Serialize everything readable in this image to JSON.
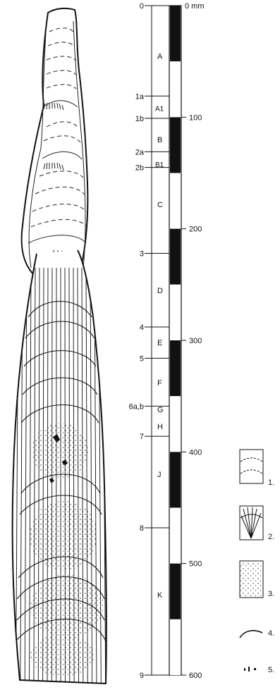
{
  "scale": {
    "unit_label": "0 mm",
    "ticks": [
      "100",
      "200",
      "300",
      "400",
      "500",
      "600"
    ]
  },
  "zones": [
    {
      "id": "A",
      "label": "A"
    },
    {
      "id": "A1",
      "label": "A1"
    },
    {
      "id": "B",
      "label": "B"
    },
    {
      "id": "B1",
      "label": "B1"
    },
    {
      "id": "C",
      "label": "C"
    },
    {
      "id": "D",
      "label": "D"
    },
    {
      "id": "E",
      "label": "E"
    },
    {
      "id": "F",
      "label": "F"
    },
    {
      "id": "G",
      "label": "G"
    },
    {
      "id": "H",
      "label": "H"
    },
    {
      "id": "J",
      "label": "J"
    },
    {
      "id": "K",
      "label": "K"
    }
  ],
  "samples": [
    "0",
    "1a",
    "1b",
    "2a",
    "2b",
    "3",
    "4",
    "5",
    "6a,b",
    "7",
    "8",
    "9"
  ],
  "legend": [
    {
      "number": "1."
    },
    {
      "number": "2."
    },
    {
      "number": "3."
    },
    {
      "number": "4."
    },
    {
      "number": "5."
    }
  ]
}
